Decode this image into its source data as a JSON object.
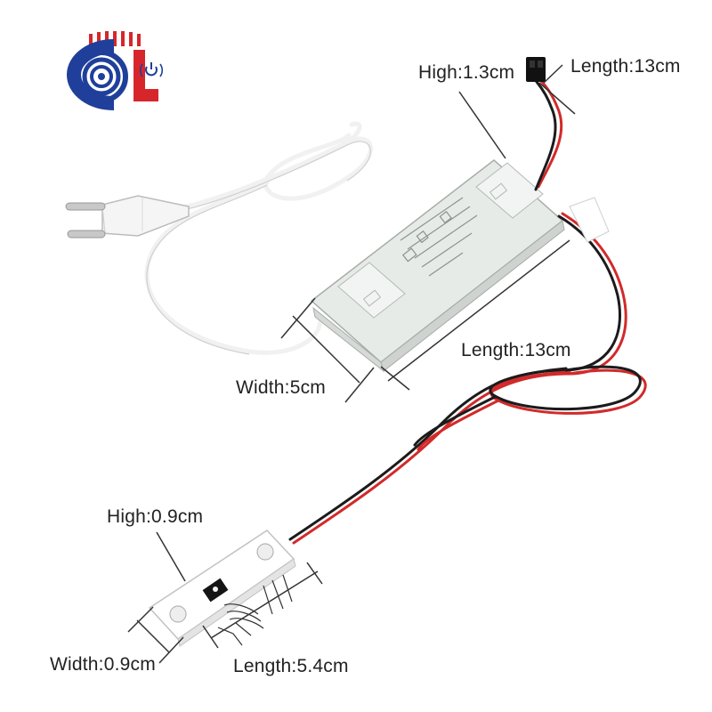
{
  "logo": {
    "text": "CSL",
    "colors": {
      "blue": "#1f3f9a",
      "red": "#d7262b"
    }
  },
  "labels": {
    "high_top": "High:1.3cm",
    "length_top": "Length:13cm",
    "length_mid": "Length:13cm",
    "width_mid": "Width:5cm",
    "high_bot": "High:0.9cm",
    "width_bot": "Width:0.9cm",
    "length_bot": "Length:5.4cm"
  },
  "colors": {
    "cable_white": "#f3f3f3",
    "wire_red": "#d22a2a",
    "wire_black": "#1b1b1b",
    "driver_body": "#e7ebe8",
    "dimension_line": "#333333"
  }
}
